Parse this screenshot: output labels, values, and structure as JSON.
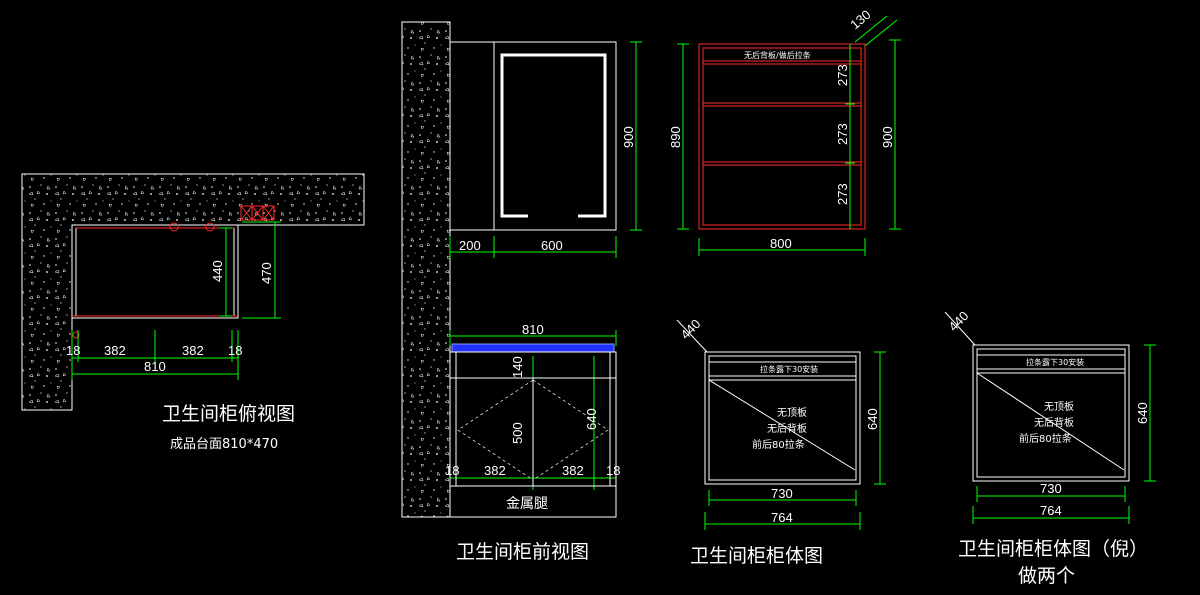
{
  "top_view": {
    "title": "卫生间柜俯视图",
    "subtitle": "成品台面810*470",
    "dims": {
      "d18a": "18",
      "d382a": "382",
      "d382b": "382",
      "d18b": "18",
      "d810": "810",
      "d440": "440",
      "d470": "470"
    }
  },
  "front_view": {
    "title": "卫生间柜前视图",
    "legs_label": "金属腿",
    "dims": {
      "d200": "200",
      "d600": "600",
      "d900": "900",
      "d810": "810",
      "d140": "140",
      "d500": "500",
      "d640": "640",
      "d18a": "18",
      "d382a": "382",
      "d382b": "382",
      "d18b": "18"
    }
  },
  "upper_cabinet": {
    "note": "无后背板/做后拉条",
    "dims": {
      "d130": "130",
      "d890": "890",
      "d900": "900",
      "d273a": "273",
      "d273b": "273",
      "d273c": "273",
      "d800": "800"
    }
  },
  "lower_cabinet": {
    "title": "卫生间柜柜体图",
    "strip_note": "拉条露下30安装",
    "notes": [
      "无顶板",
      "无后背板",
      "前后80拉条"
    ],
    "dims": {
      "d440": "440",
      "d640": "640",
      "d730": "730",
      "d764": "764"
    }
  },
  "lower_cabinet_mirror": {
    "title_line1": "卫生间柜柜体图（倪）",
    "title_line2": "做两个",
    "strip_note": "拉条露下30安装",
    "notes": [
      "无顶板",
      "无后背板",
      "前后80拉条"
    ],
    "dims": {
      "d440": "440",
      "d640": "640",
      "d730": "730",
      "d764": "764"
    }
  },
  "colors": {
    "background": "#000000",
    "line": "#ffffff",
    "dimension": "#00ff00",
    "cabinet_red": "#ff2a2a",
    "countertop_blue": "#2233ff"
  }
}
